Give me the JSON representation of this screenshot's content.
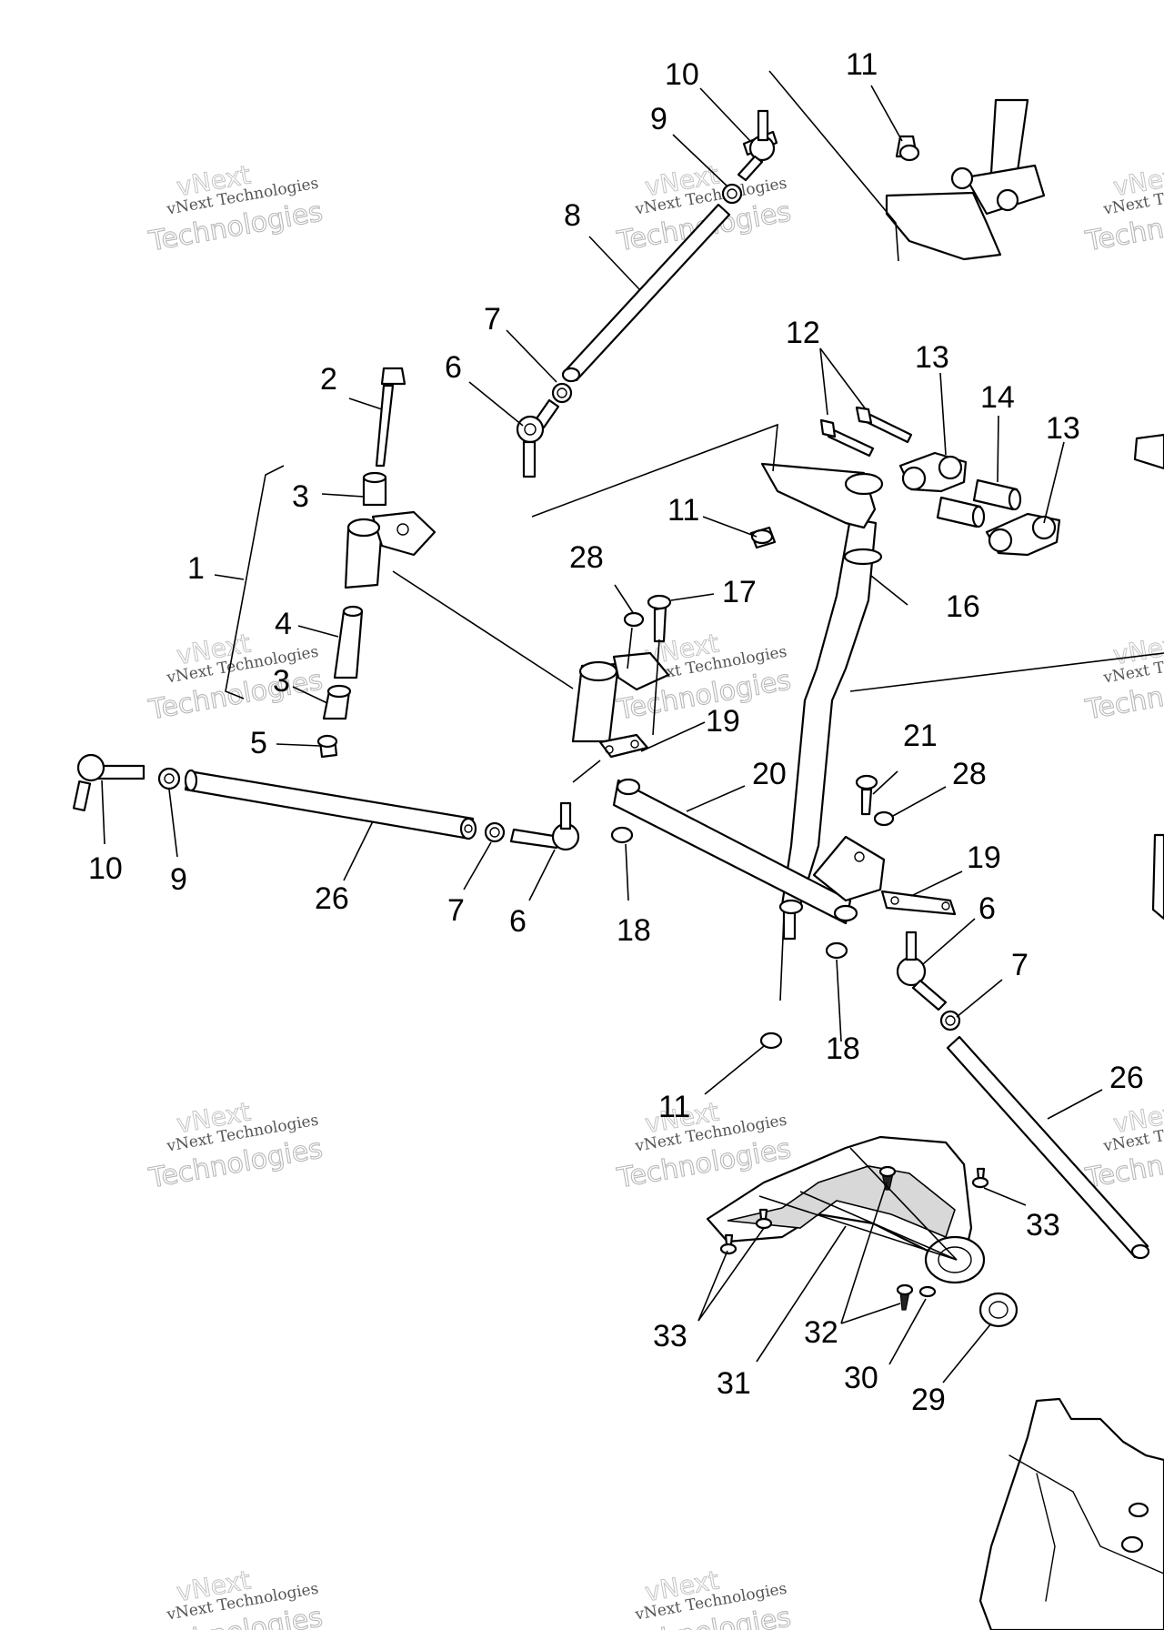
{
  "watermark": {
    "line1": "vNext Technologies",
    "line2": "Technologies",
    "ghost": "vNext"
  },
  "callouts": {
    "c1": "1",
    "c2": "2",
    "c3a": "3",
    "c3b": "3",
    "c4": "4",
    "c5": "5",
    "c6a": "6",
    "c6b": "6",
    "c6c": "6",
    "c7a": "7",
    "c7b": "7",
    "c7c": "7",
    "c8": "8",
    "c9a": "9",
    "c9b": "9",
    "c10a": "10",
    "c10b": "10",
    "c11a": "11",
    "c11b": "11",
    "c11c": "11",
    "c12": "12",
    "c13a": "13",
    "c13b": "13",
    "c14": "14",
    "c16": "16",
    "c17": "17",
    "c18a": "18",
    "c18b": "18",
    "c19a": "19",
    "c19b": "19",
    "c20": "20",
    "c21": "21",
    "c26a": "26",
    "c26b": "26",
    "c28a": "28",
    "c28b": "28",
    "c29": "29",
    "c30": "30",
    "c31": "31",
    "c32": "32",
    "c33a": "33",
    "c33b": "33"
  }
}
